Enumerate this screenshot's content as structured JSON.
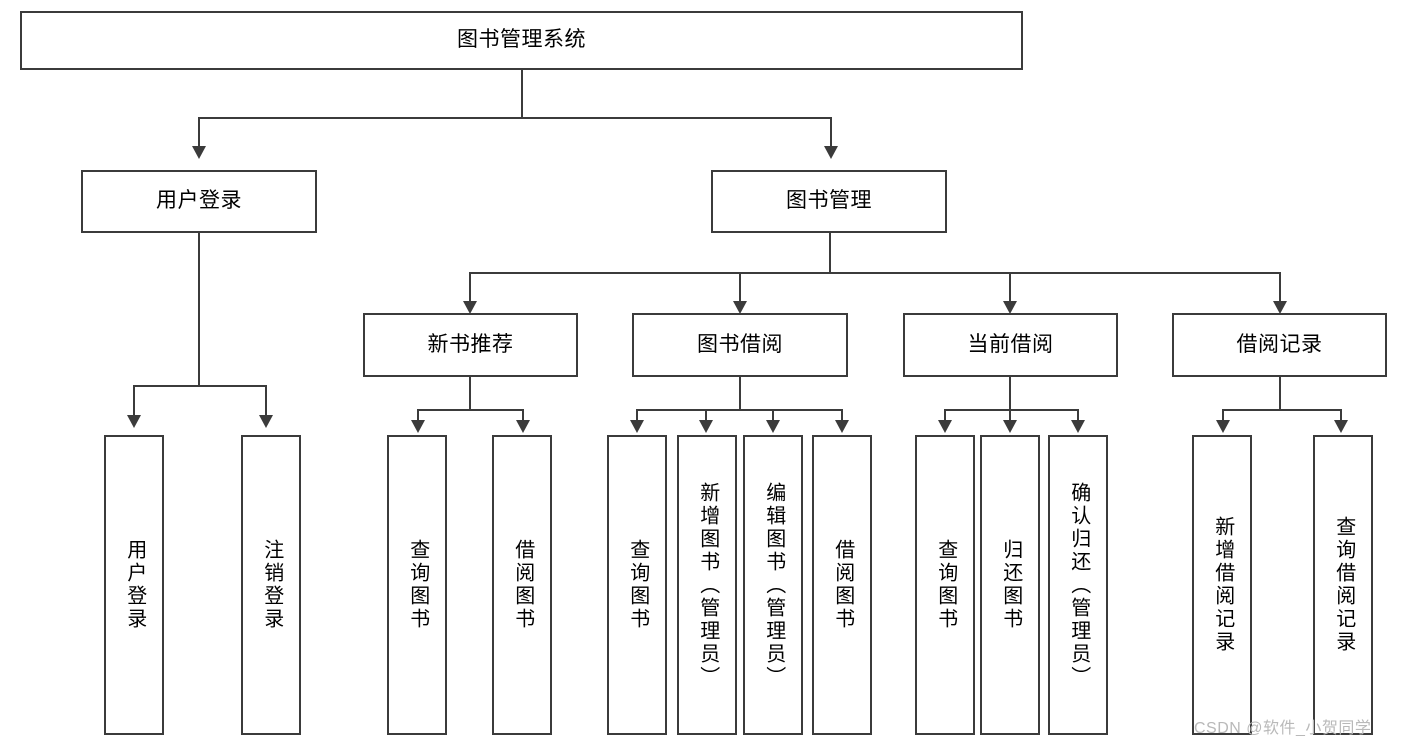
{
  "diagram": {
    "title": "图书管理系统",
    "type": "tree",
    "root": {
      "id": "root",
      "label": "图书管理系统"
    },
    "level2": [
      {
        "id": "login",
        "label": "用户登录"
      },
      {
        "id": "bookmgmt",
        "label": "图书管理"
      }
    ],
    "level3": [
      {
        "id": "newbook",
        "label": "新书推荐",
        "parent": "bookmgmt"
      },
      {
        "id": "borrow",
        "label": "图书借阅",
        "parent": "bookmgmt"
      },
      {
        "id": "current",
        "label": "当前借阅",
        "parent": "bookmgmt"
      },
      {
        "id": "record",
        "label": "借阅记录",
        "parent": "bookmgmt"
      }
    ],
    "leaves": [
      {
        "id": "leaf-login-1",
        "label": "用户登录",
        "parent": "login"
      },
      {
        "id": "leaf-login-2",
        "label": "注销登录",
        "parent": "login"
      },
      {
        "id": "leaf-newbook-1",
        "label": "查询图书",
        "parent": "newbook"
      },
      {
        "id": "leaf-newbook-2",
        "label": "借阅图书",
        "parent": "newbook"
      },
      {
        "id": "leaf-borrow-1",
        "label": "查询图书",
        "parent": "borrow"
      },
      {
        "id": "leaf-borrow-2",
        "label": "新增图书（管理员）",
        "parent": "borrow"
      },
      {
        "id": "leaf-borrow-3",
        "label": "编辑图书（管理员）",
        "parent": "borrow"
      },
      {
        "id": "leaf-borrow-4",
        "label": "借阅图书",
        "parent": "borrow"
      },
      {
        "id": "leaf-current-1",
        "label": "查询图书",
        "parent": "current"
      },
      {
        "id": "leaf-current-2",
        "label": "归还图书",
        "parent": "current"
      },
      {
        "id": "leaf-current-3",
        "label": "确认归还（管理员）",
        "parent": "current"
      },
      {
        "id": "leaf-record-1",
        "label": "新增借阅记录",
        "parent": "record"
      },
      {
        "id": "leaf-record-2",
        "label": "查询借阅记录",
        "parent": "record"
      }
    ],
    "colors": {
      "stroke": "#3b3b3b",
      "fill": "#ffffff",
      "text": "#000000",
      "watermark": "#b9b9b9"
    }
  },
  "watermark": {
    "text": "CSDN @软件_小贺同学"
  }
}
